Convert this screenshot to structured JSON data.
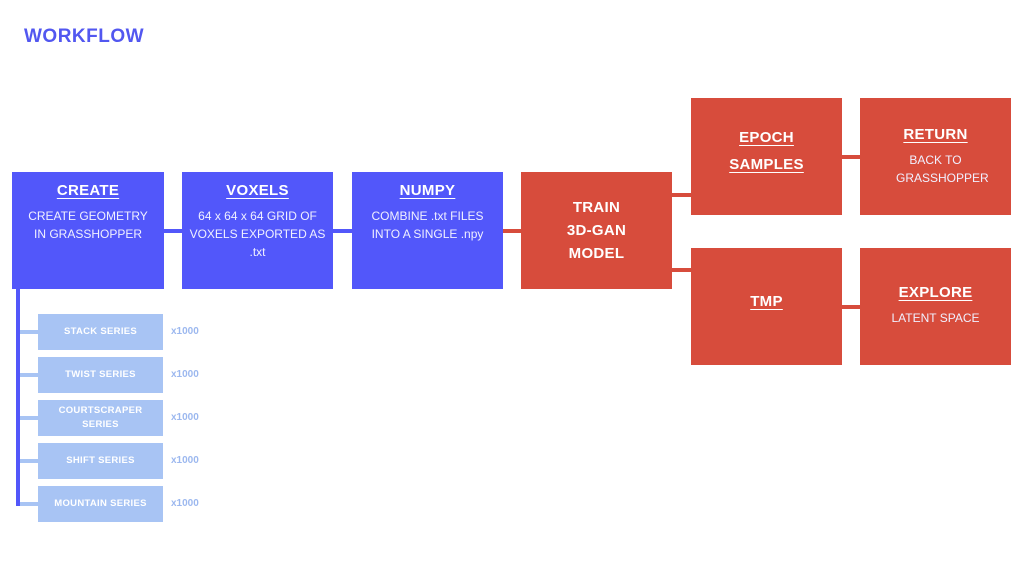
{
  "header": {
    "title": "WORKFLOW"
  },
  "nodes": {
    "create": {
      "title": "CREATE",
      "desc": "CREATE GEOMETRY IN GRASSHOPPER"
    },
    "voxels": {
      "title": "VOXELS",
      "desc": "64 x 64 x 64 GRID OF VOXELS EXPORTED AS .txt"
    },
    "numpy": {
      "title": "NUMPY",
      "desc": "COMBINE .txt FILES INTO A SINGLE .npy"
    },
    "train": {
      "line1": "TRAIN",
      "line2": "3D-GAN",
      "line3": "MODEL"
    },
    "epoch": {
      "line1": "EPOCH",
      "line2": "SAMPLES"
    },
    "return": {
      "title": "RETURN",
      "desc": "BACK TO GRASSHOPPER"
    },
    "tmp": {
      "title": "TMP"
    },
    "explore": {
      "title": "EXPLORE",
      "desc": "LATENT SPACE"
    }
  },
  "series": [
    {
      "label": "STACK SERIES",
      "count": "x1000"
    },
    {
      "label": "TWIST SERIES",
      "count": "x1000"
    },
    {
      "label": "COURTSCRAPER SERIES",
      "count": "x1000"
    },
    {
      "label": "SHIFT SERIES",
      "count": "x1000"
    },
    {
      "label": "MOUNTAIN SERIES",
      "count": "x1000"
    }
  ],
  "colors": {
    "blue": "#5257fa",
    "red": "#d74c3c",
    "light_blue": "#a8c4f4",
    "title": "#5257f0"
  }
}
